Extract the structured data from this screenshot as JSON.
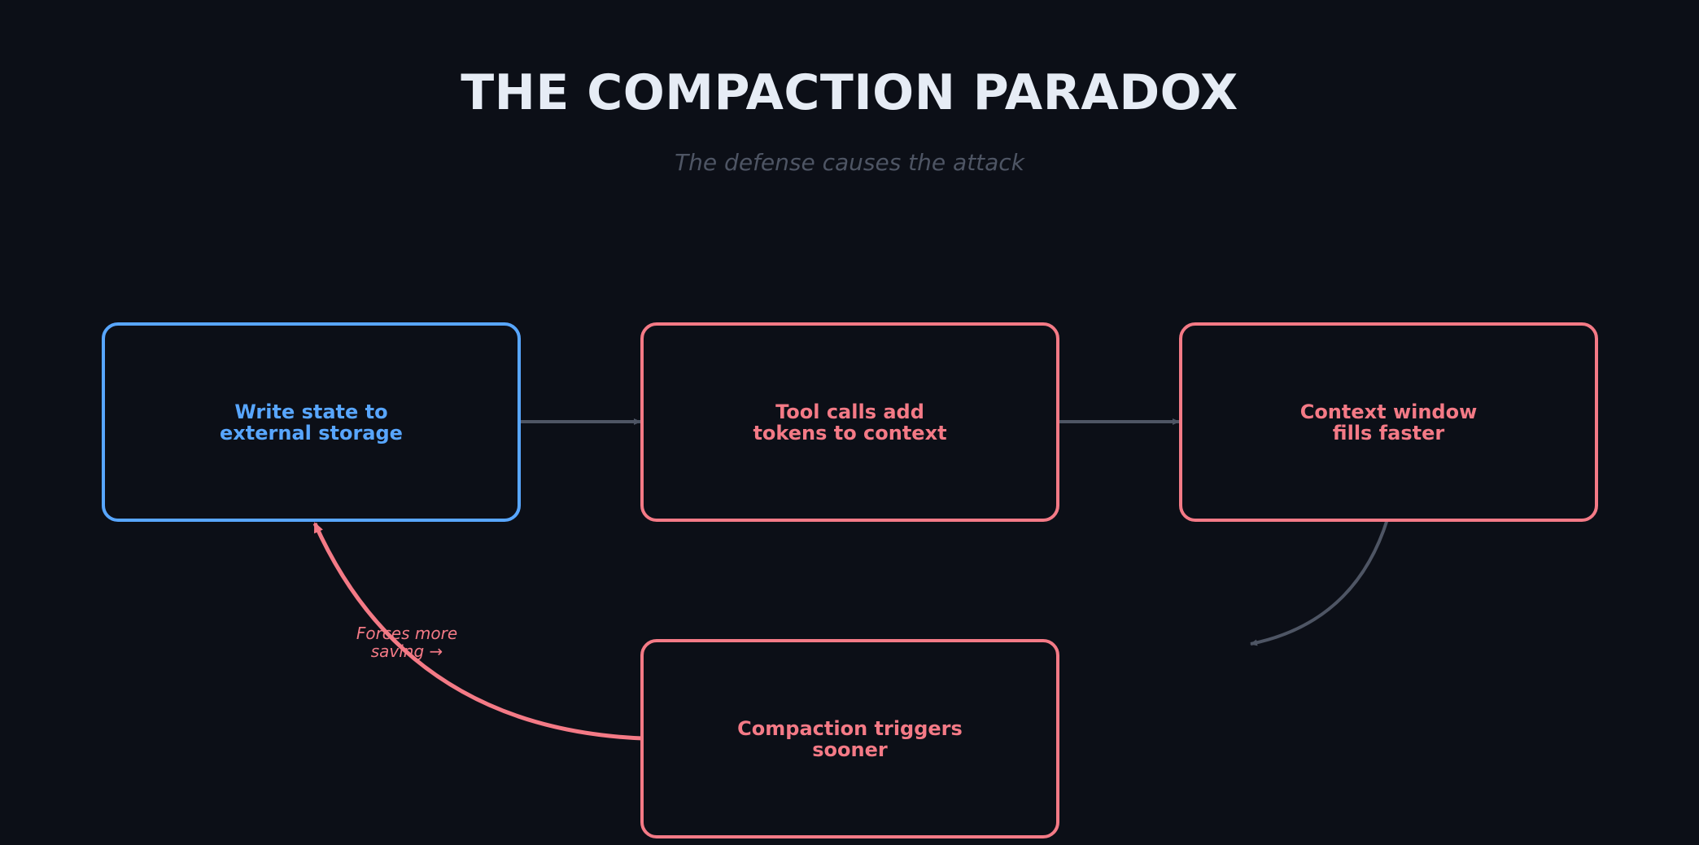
{
  "header": {
    "title": "THE COMPACTION PARADOX",
    "subtitle": "The defense causes the attack"
  },
  "nodes": [
    {
      "id": "write-state",
      "label": "Write state to\nexternal storage",
      "role": "defense"
    },
    {
      "id": "tool-calls",
      "label": "Tool calls add\ntokens to context",
      "role": "consequence"
    },
    {
      "id": "context-window",
      "label": "Context window\nfills faster",
      "role": "consequence"
    },
    {
      "id": "compaction",
      "label": "Compaction triggers\nsooner",
      "role": "consequence"
    }
  ],
  "edges": [
    {
      "from": "write-state",
      "to": "tool-calls"
    },
    {
      "from": "tool-calls",
      "to": "context-window"
    },
    {
      "from": "context-window",
      "to": "compaction"
    },
    {
      "from": "compaction",
      "to": "write-state",
      "label": "Forces more\nsaving →"
    }
  ],
  "colors": {
    "background": "#0c0f17",
    "defense": "#58a6ff",
    "consequence": "#f47a86",
    "arrow": "#4e5564",
    "title": "#e6ecf5",
    "subtitle": "#4e5564"
  }
}
